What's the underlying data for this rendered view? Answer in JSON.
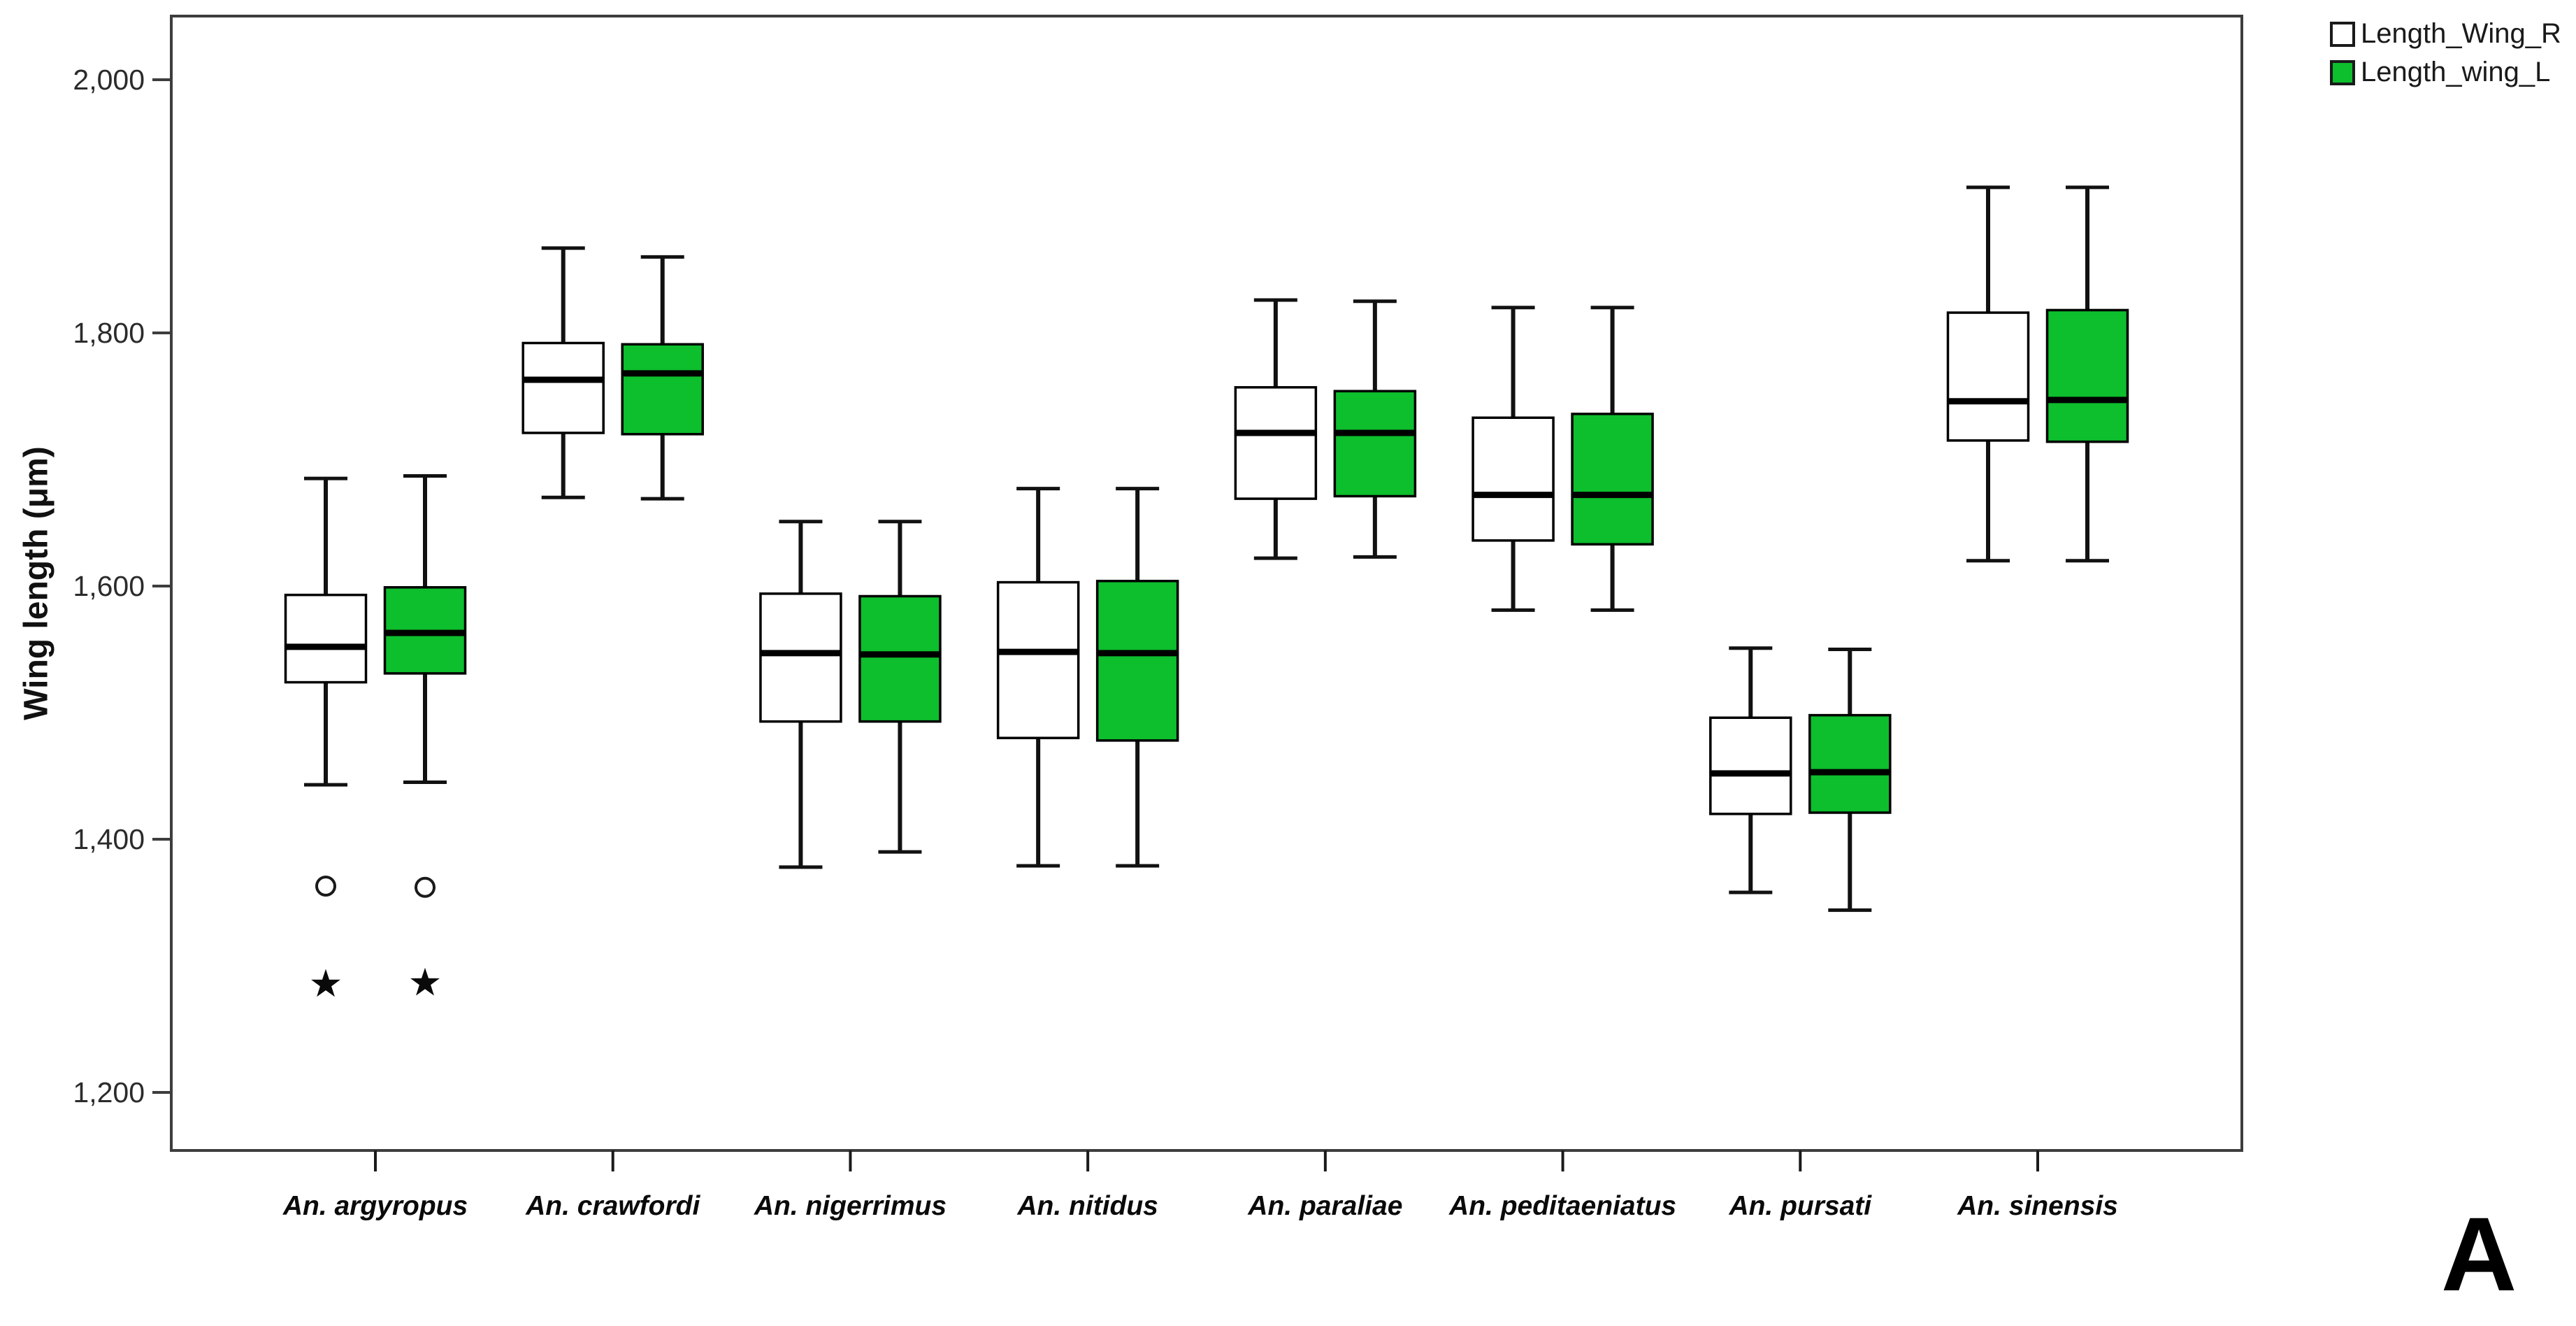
{
  "page": {
    "background": "#ffffff",
    "panel_label": "A"
  },
  "legend": {
    "position": "top-right-outside",
    "items": [
      {
        "label": "Length_Wing_R",
        "color": "#ffffff",
        "border": "#1a1a1a"
      },
      {
        "label": "Length_wing_L",
        "color": "#0dbe2d",
        "border": "#1a1a1a"
      }
    ]
  },
  "chart_data": {
    "type": "boxplot",
    "title": "",
    "xlabel": "",
    "ylabel": "Wing length (μm)",
    "ylim": [
      1158,
      2042
    ],
    "grid": false,
    "legend_position": "top-right-outside",
    "yticks": [
      {
        "value": 2000,
        "label": "2,000"
      },
      {
        "value": 1800,
        "label": "1,800"
      },
      {
        "value": 1600,
        "label": "1,600"
      },
      {
        "value": 1400,
        "label": "1,400"
      },
      {
        "value": 1200,
        "label": "1,200"
      }
    ],
    "series": [
      {
        "key": "R",
        "name": "Length_Wing_R",
        "fill": "#ffffff"
      },
      {
        "key": "L",
        "name": "Length_wing_L",
        "fill": "#0dbe2d"
      }
    ],
    "categories": [
      {
        "label": "An. argyropus",
        "R": {
          "whisker_low": 1443,
          "q1": 1524,
          "median": 1552,
          "q3": 1593,
          "whisker_high": 1685,
          "outliers": [
            1363
          ],
          "extremes": [
            1287
          ]
        },
        "L": {
          "whisker_low": 1445,
          "q1": 1531,
          "median": 1563,
          "q3": 1599,
          "whisker_high": 1687,
          "outliers": [
            1362
          ],
          "extremes": [
            1288
          ]
        }
      },
      {
        "label": "An. crawfordi",
        "R": {
          "whisker_low": 1670,
          "q1": 1721,
          "median": 1763,
          "q3": 1792,
          "whisker_high": 1867,
          "outliers": [],
          "extremes": []
        },
        "L": {
          "whisker_low": 1669,
          "q1": 1720,
          "median": 1768,
          "q3": 1791,
          "whisker_high": 1860,
          "outliers": [],
          "extremes": []
        }
      },
      {
        "label": "An. nigerrimus",
        "R": {
          "whisker_low": 1378,
          "q1": 1493,
          "median": 1547,
          "q3": 1594,
          "whisker_high": 1651,
          "outliers": [],
          "extremes": []
        },
        "L": {
          "whisker_low": 1390,
          "q1": 1493,
          "median": 1546,
          "q3": 1592,
          "whisker_high": 1651,
          "outliers": [],
          "extremes": []
        }
      },
      {
        "label": "An. nitidus",
        "R": {
          "whisker_low": 1379,
          "q1": 1480,
          "median": 1548,
          "q3": 1603,
          "whisker_high": 1677,
          "outliers": [],
          "extremes": []
        },
        "L": {
          "whisker_low": 1379,
          "q1": 1478,
          "median": 1547,
          "q3": 1604,
          "whisker_high": 1677,
          "outliers": [],
          "extremes": []
        }
      },
      {
        "label": "An. paraliae",
        "R": {
          "whisker_low": 1622,
          "q1": 1669,
          "median": 1721,
          "q3": 1757,
          "whisker_high": 1826,
          "outliers": [],
          "extremes": []
        },
        "L": {
          "whisker_low": 1623,
          "q1": 1671,
          "median": 1721,
          "q3": 1754,
          "whisker_high": 1825,
          "outliers": [],
          "extremes": []
        }
      },
      {
        "label": "An. peditaeniatus",
        "R": {
          "whisker_low": 1581,
          "q1": 1636,
          "median": 1672,
          "q3": 1733,
          "whisker_high": 1820,
          "outliers": [],
          "extremes": []
        },
        "L": {
          "whisker_low": 1581,
          "q1": 1633,
          "median": 1672,
          "q3": 1736,
          "whisker_high": 1820,
          "outliers": [],
          "extremes": []
        }
      },
      {
        "label": "An. pursati",
        "R": {
          "whisker_low": 1358,
          "q1": 1420,
          "median": 1452,
          "q3": 1496,
          "whisker_high": 1551,
          "outliers": [],
          "extremes": []
        },
        "L": {
          "whisker_low": 1344,
          "q1": 1421,
          "median": 1453,
          "q3": 1498,
          "whisker_high": 1550,
          "outliers": [],
          "extremes": []
        }
      },
      {
        "label": "An. sinensis",
        "R": {
          "whisker_low": 1620,
          "q1": 1715,
          "median": 1746,
          "q3": 1816,
          "whisker_high": 1915,
          "outliers": [],
          "extremes": []
        },
        "L": {
          "whisker_low": 1620,
          "q1": 1714,
          "median": 1747,
          "q3": 1818,
          "whisker_high": 1915,
          "outliers": [],
          "extremes": []
        }
      }
    ]
  }
}
